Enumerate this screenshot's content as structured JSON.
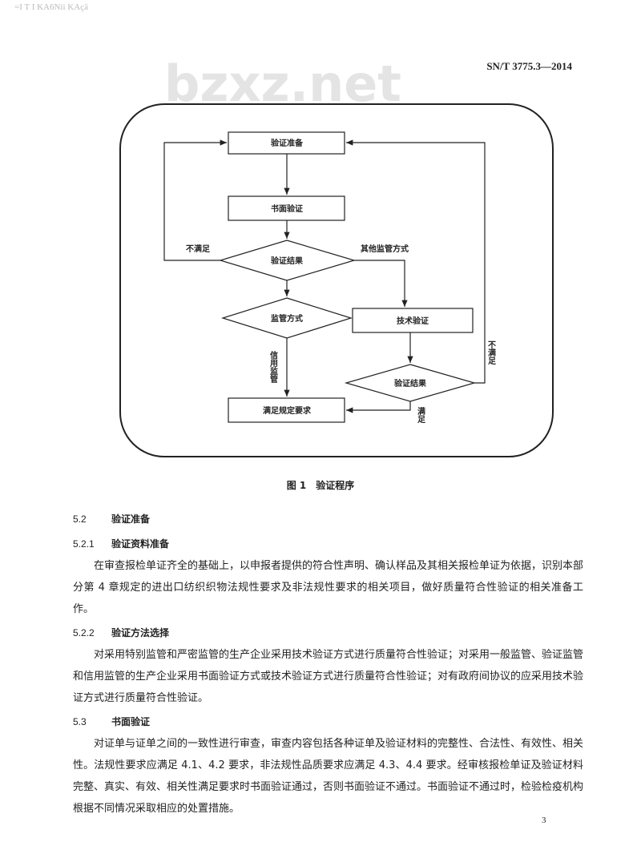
{
  "watermark_top": "=I T I KA6Nii KAçä",
  "standard_code": "SN/T 3775.3—2014",
  "flowchart": {
    "watermark": "bzxz.net",
    "nodes": {
      "prep": "验证准备",
      "written": "书面验证",
      "result1": "验证结果",
      "supervision": "监管方式",
      "technical": "技术验证",
      "result2": "验证结果",
      "satisfied": "满足规定要求"
    },
    "labels": {
      "not_satisfied_left": "不满足",
      "other_supervision": "其他监管方式",
      "credit_supervision": "信用监管",
      "not_satisfied_right": "不满足",
      "satisfied": "满足"
    }
  },
  "figure_caption": "图 1　验证程序",
  "sections": [
    {
      "num": "5.2",
      "title": "验证准备"
    },
    {
      "num": "5.2.1",
      "title": "验证资料准备"
    },
    {
      "num": "5.2.2",
      "title": "验证方法选择"
    },
    {
      "num": "5.3",
      "title": "书面验证"
    }
  ],
  "paragraphs": [
    "在审查报检单证齐全的基础上，以申报者提供的符合性声明、确认样品及其相关报检单证为依据，识别本部分第 4 章规定的进出口纺织织物法规性要求及非法规性要求的相关项目，做好质量符合性验证的相关准备工作。",
    "对采用特别监管和严密监管的生产企业采用技术验证方式进行质量符合性验证；对采用一般监管、验证监管和信用监管的生产企业采用书面验证方式或技术验证方式进行质量符合性验证；对有政府间协议的应采用技术验证方式进行质量符合性验证。",
    "对证单与证单之间的一致性进行审查，审查内容包括各种证单及验证材料的完整性、合法性、有效性、相关性。法规性要求应满足 4.1、4.2 要求，非法规性品质要求应满足 4.3、4.4 要求。经审核报检单证及验证材料完整、真实、有效、相关性满足要求时书面验证通过，否则书面验证不通过。书面验证不通过时，检验检疫机构根据不同情况采取相应的处置措施。"
  ],
  "page_number": "3"
}
